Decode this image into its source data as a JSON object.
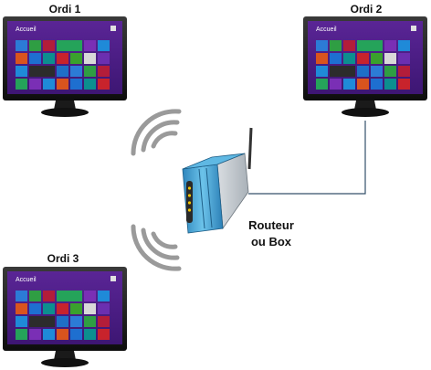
{
  "labels": {
    "ordi1": "Ordi 1",
    "ordi2": "Ordi 2",
    "ordi3": "Ordi 3",
    "router_line1": "Routeur",
    "router_line2": "ou Box"
  },
  "screen": {
    "start_title": "Accueil"
  },
  "colors": {
    "screen_bg": "#4b1d87",
    "monitor_frame": "#1c1c1c",
    "router_body": "#4aa8d8",
    "cable": "#34506a",
    "wifi": "#9a9a9a"
  },
  "tile_colors": [
    "#2c7bd6",
    "#2f9e43",
    "#b31d3a",
    "#25a35a",
    "#7a2fb5",
    "#1f8ad8",
    "#d9541e",
    "#1e6fd0",
    "#0c8f8f",
    "#c8232c",
    "#3aa12d",
    "#d8d8d8",
    "#6b2fb0",
    "#1f8ad8",
    "#2c2c2c",
    "#1f6fc7"
  ]
}
